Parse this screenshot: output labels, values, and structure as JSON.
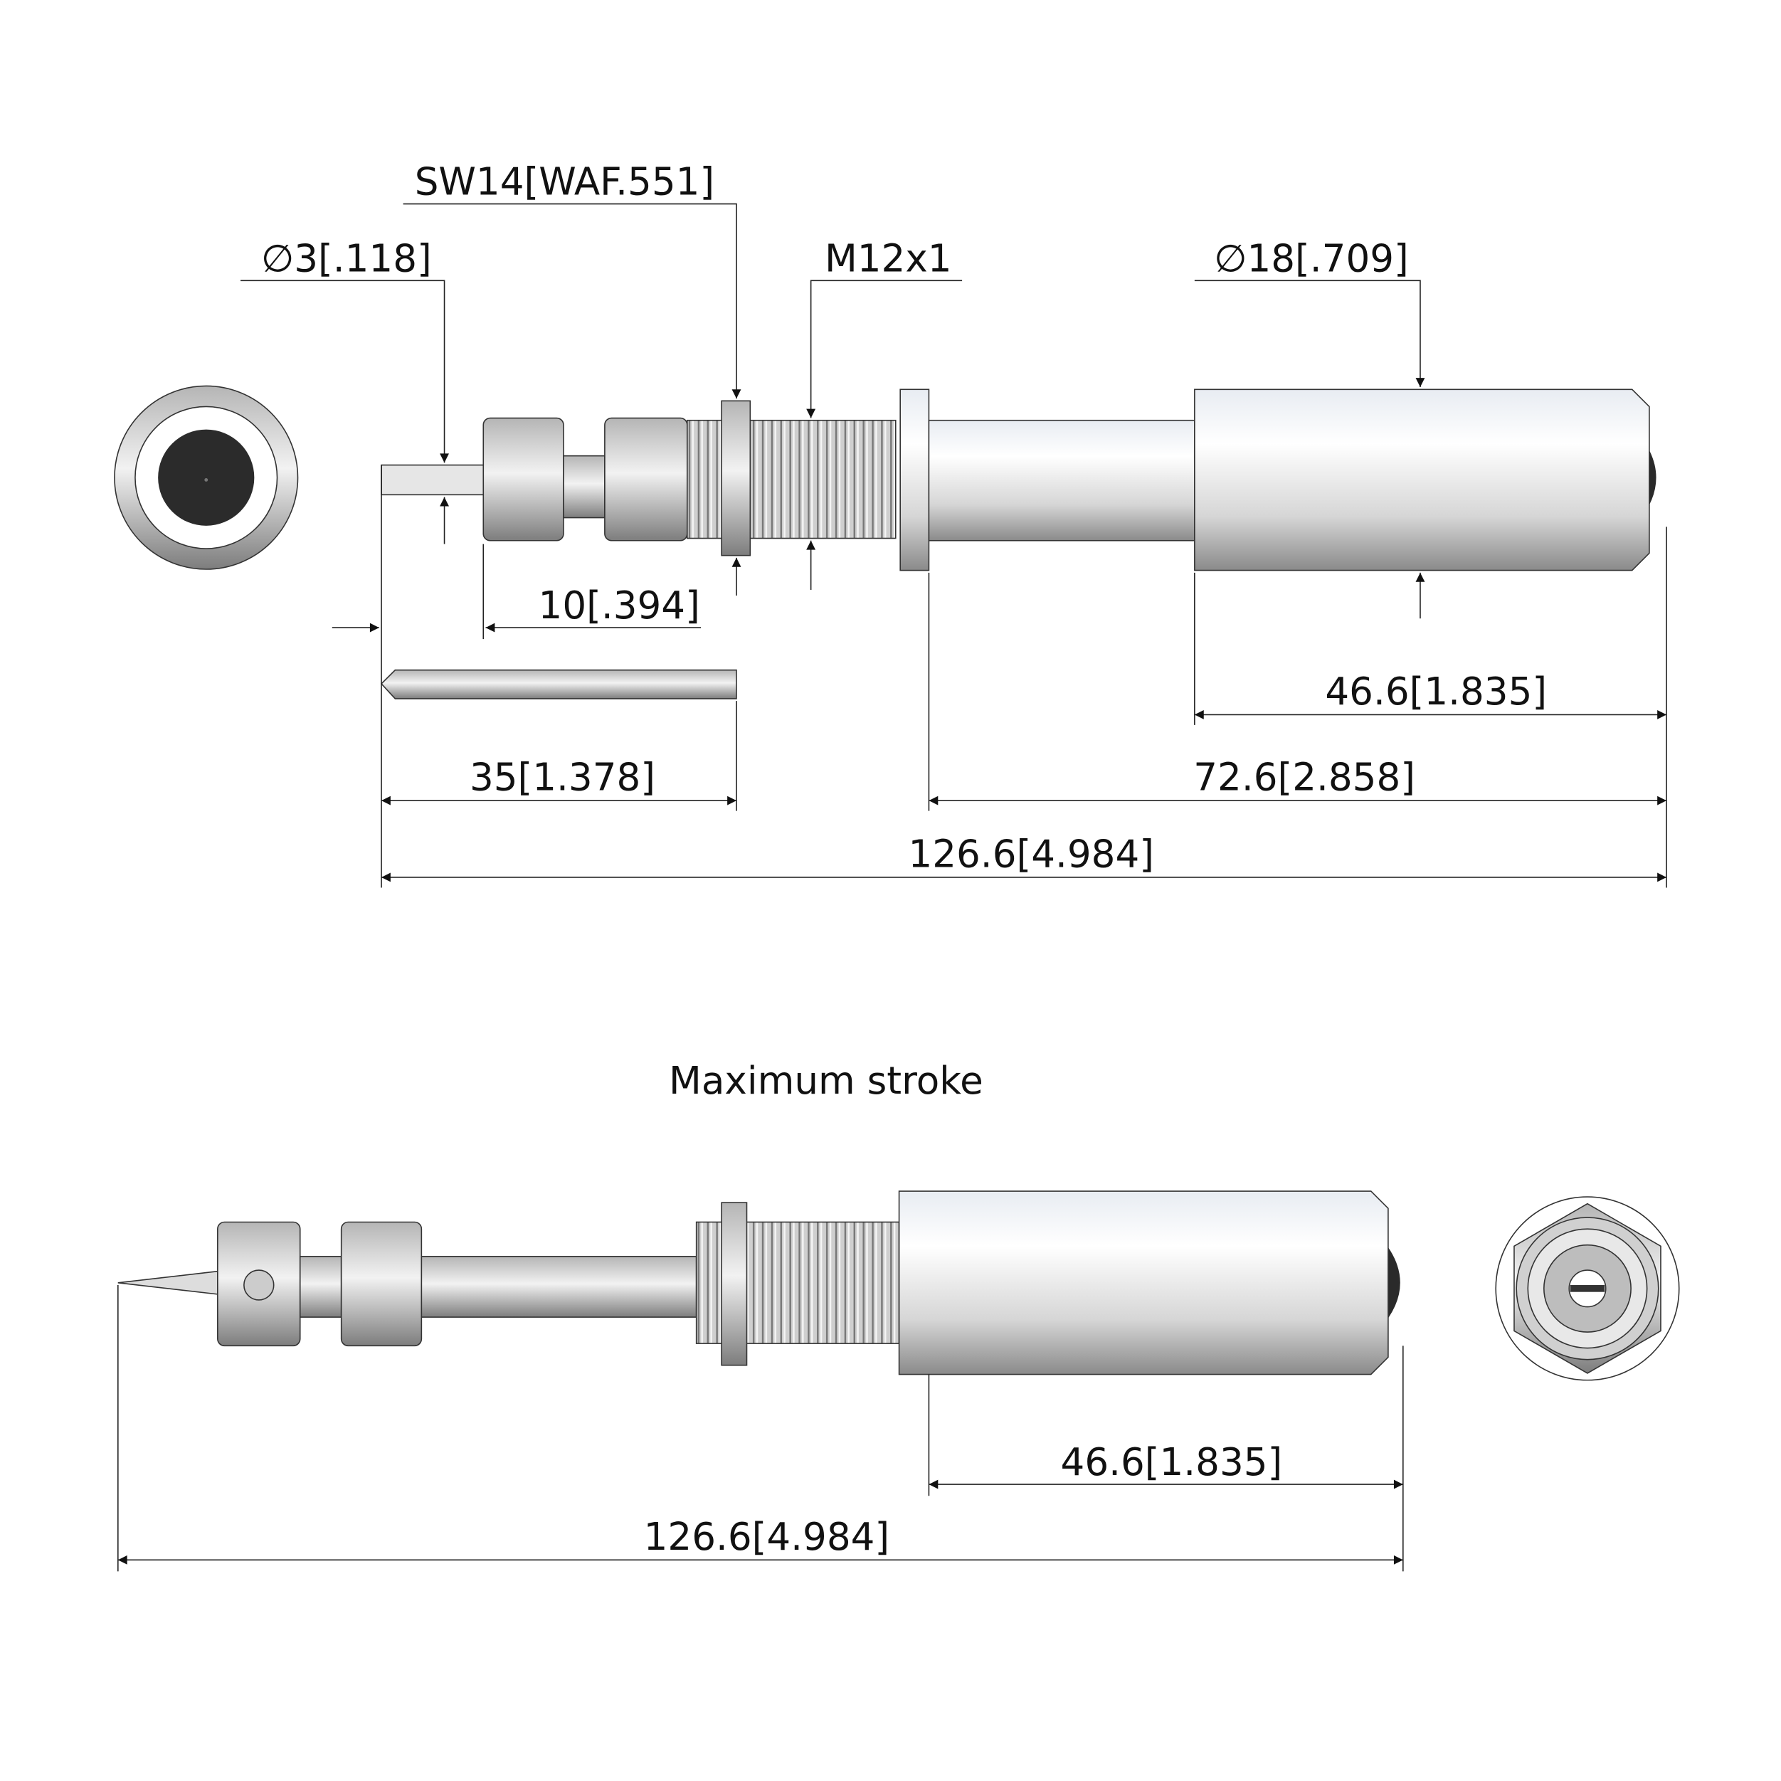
{
  "top_view": {
    "dims": {
      "tip_diameter": "∅3[.118]",
      "wrench_size": "SW14[WAF.551]",
      "thread": "M12x1",
      "body_diameter": "∅18[.709]",
      "tip_length": "10[.394]",
      "body_length": "46.6[1.835]",
      "pin_length": "35[1.378]",
      "rod_length": "72.6[2.858]",
      "overall_length": "126.6[4.984]"
    }
  },
  "bottom_view": {
    "title": "Maximum stroke",
    "dims": {
      "body_length": "46.6[1.835]",
      "overall_length": "126.6[4.984]"
    }
  },
  "colors": {
    "metal_light": "#f4f6f9",
    "metal_dark": "#8d8d8d",
    "cap": "#2a2a2a"
  }
}
